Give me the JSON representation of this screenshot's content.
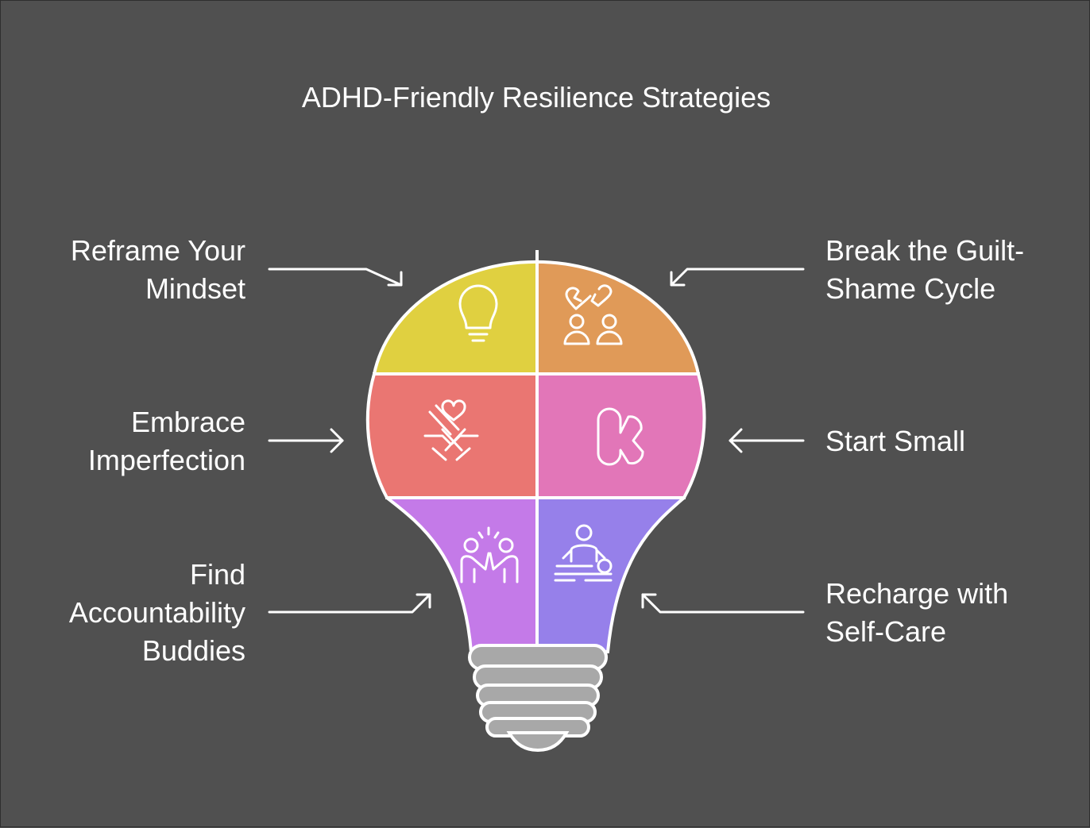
{
  "title": "ADHD-Friendly Resilience Strategies",
  "strategies": [
    {
      "lines": [
        "Reframe Your",
        "Mindset"
      ],
      "icon": "lightbulb-icon",
      "color": "#e0d040"
    },
    {
      "lines": [
        "Break the Guilt-",
        "Shame Cycle"
      ],
      "icon": "broken-heart-people-icon",
      "color": "#e09a58"
    },
    {
      "lines": [
        "Embrace",
        "Imperfection"
      ],
      "icon": "hands-heart-icon",
      "color": "#ea7672"
    },
    {
      "lines": [
        "Start Small"
      ],
      "icon": "small-steps-k-icon",
      "color": "#e276b8"
    },
    {
      "lines": [
        "Find",
        "Accountability",
        "Buddies"
      ],
      "icon": "high-five-icon",
      "color": "#c47ae8"
    },
    {
      "lines": [
        "Recharge with",
        "Self-Care"
      ],
      "icon": "massage-icon",
      "color": "#9680ea"
    }
  ],
  "colors": {
    "background": "#505050",
    "outline": "#ffffff",
    "base": "#a8a8a8"
  }
}
